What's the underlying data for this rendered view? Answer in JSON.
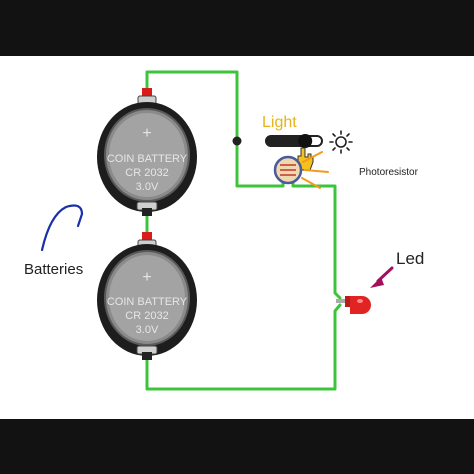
{
  "labels": {
    "batteries": "Batteries",
    "light": "Light",
    "photoresistor": "Photoresistor",
    "led": "Led"
  },
  "battery_top": {
    "line1": "COIN BATTERY",
    "line2": "CR 2032",
    "line3": "3.0V",
    "plus": "+"
  },
  "battery_bottom": {
    "line1": "COIN BATTERY",
    "line2": "CR 2032",
    "line3": "3.0V",
    "plus": "+"
  },
  "light_slider_level": 0.7,
  "colors": {
    "wire": "#3dc43d",
    "light_label": "#e7b21b",
    "arrow_batteries": "#1a2fa8",
    "arrow_led": "#a3105c",
    "led_red": "#e02424",
    "photo_rays": "#f39a1e",
    "background": "#ffffff",
    "frame": "#121212"
  },
  "icons": [
    "sun-icon",
    "hand-pointer-icon",
    "arrow-icon"
  ]
}
